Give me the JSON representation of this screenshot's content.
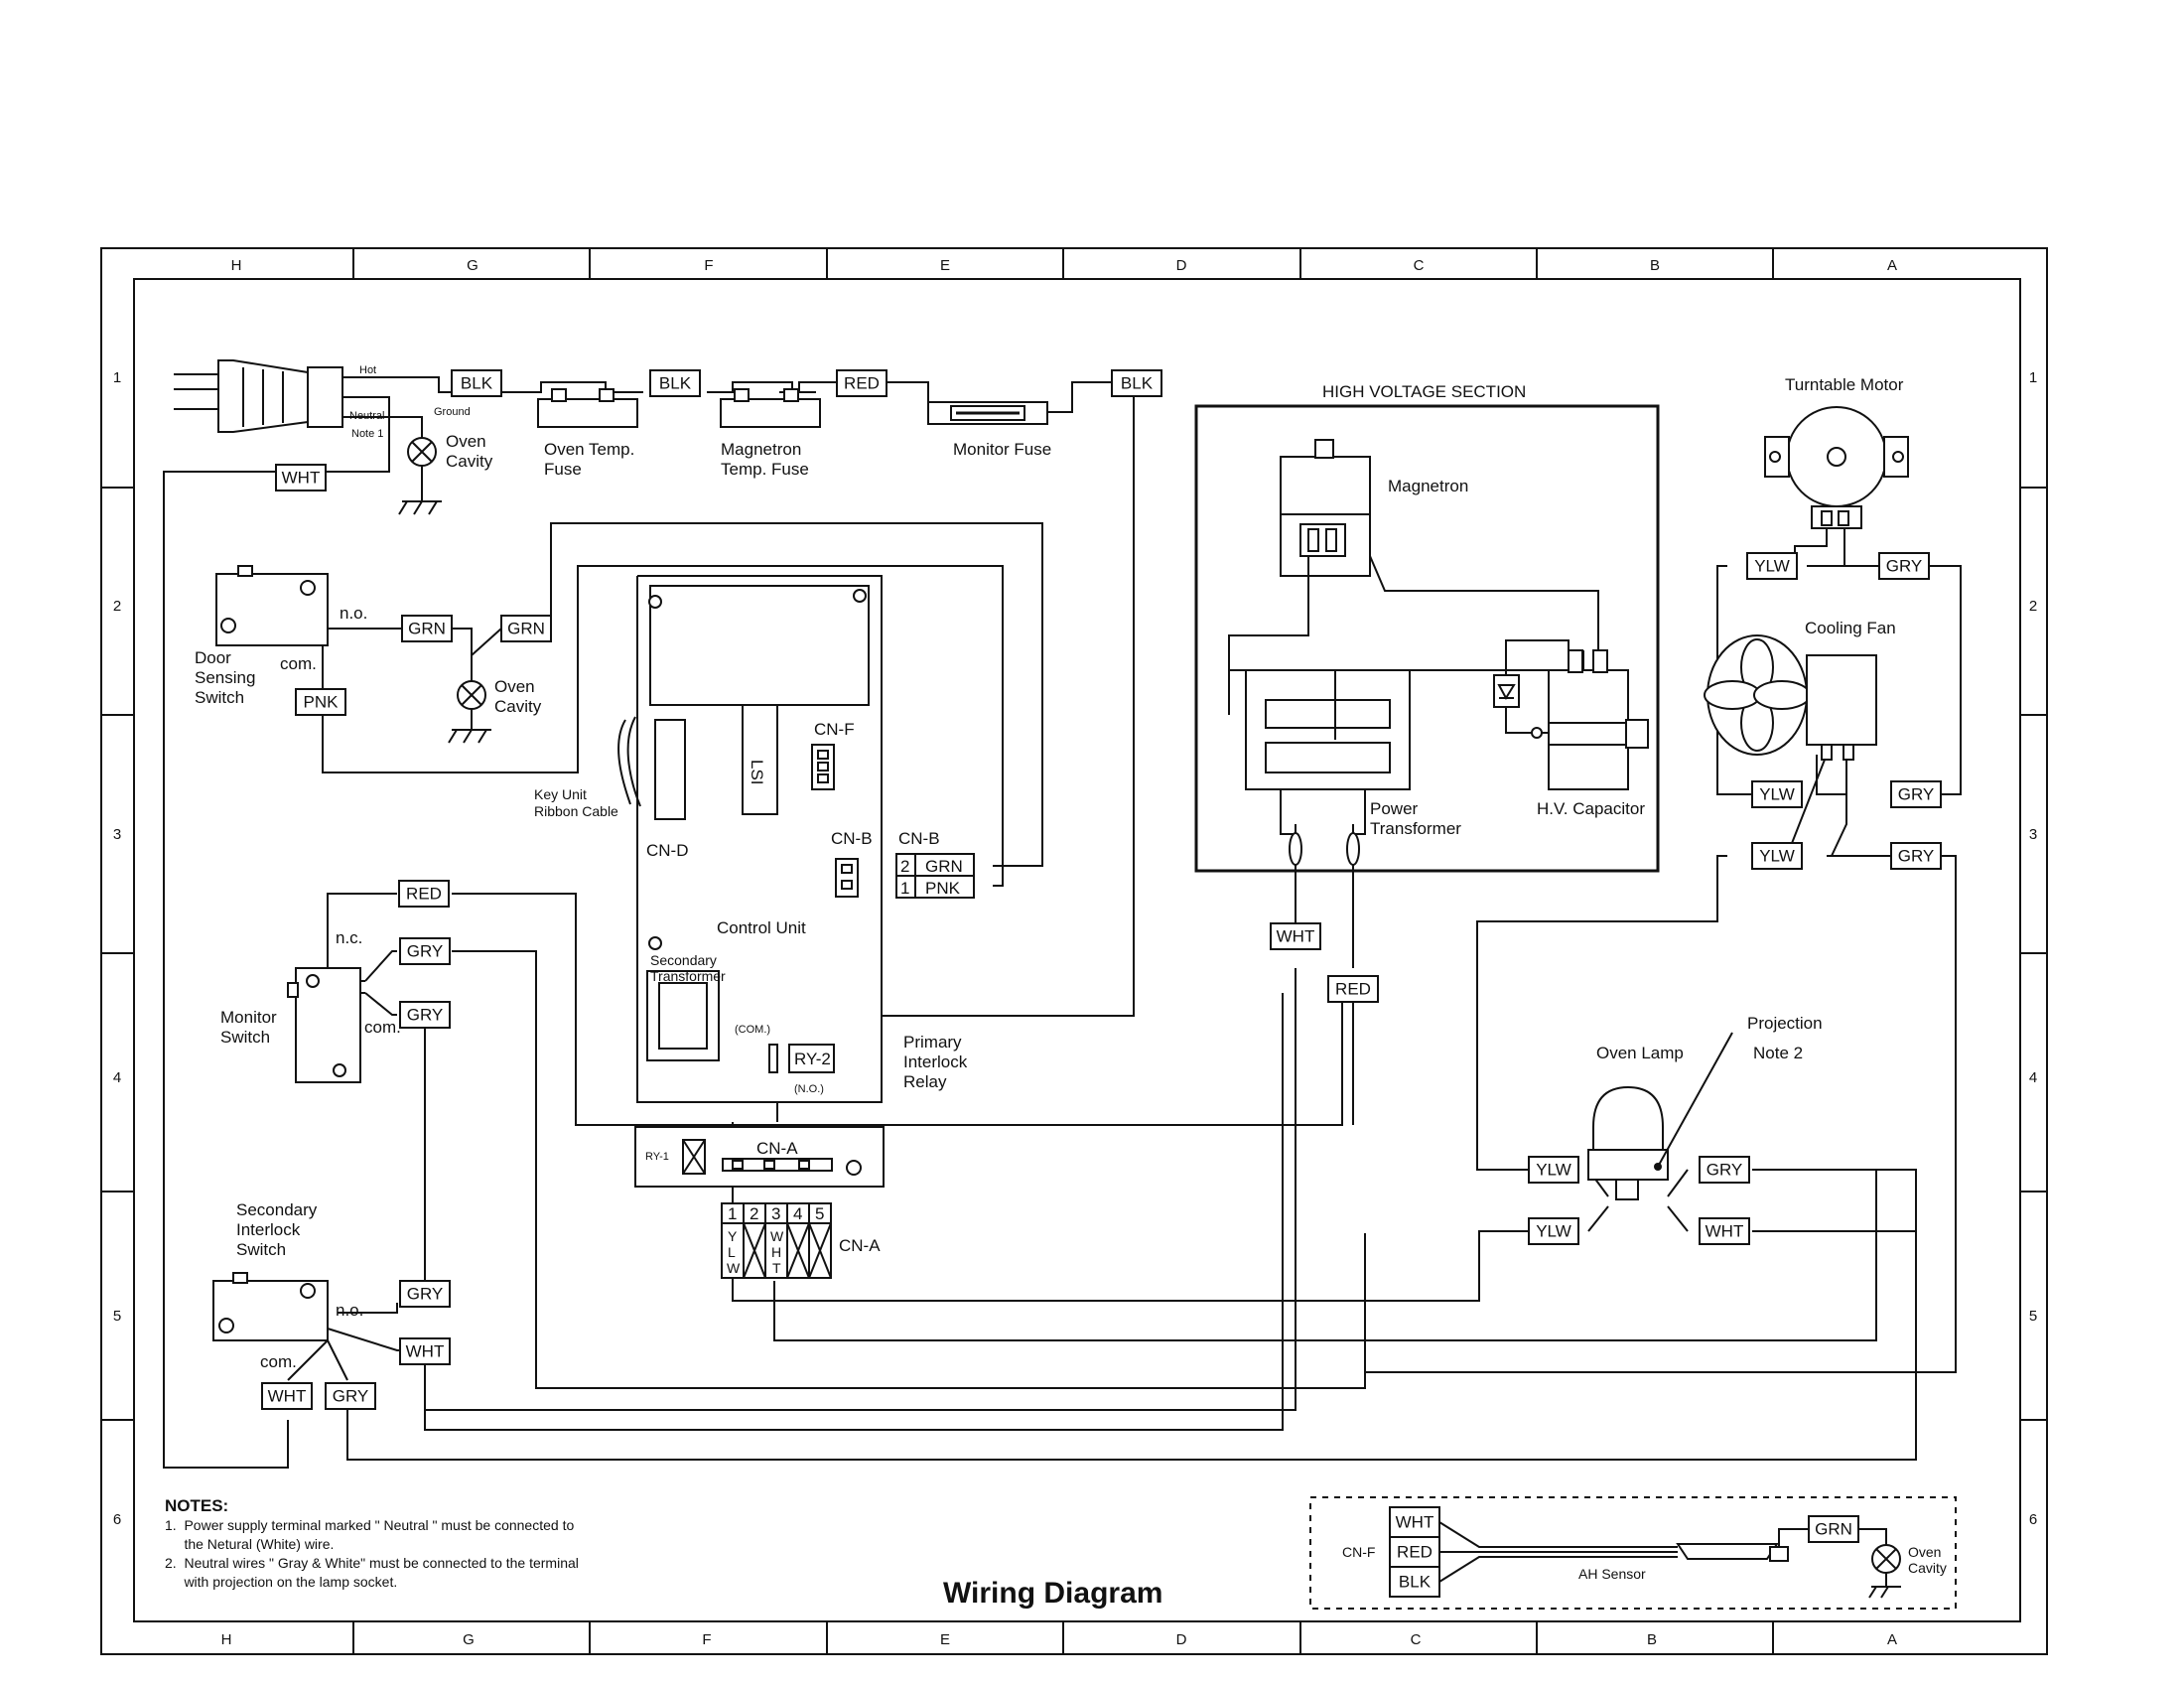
{
  "frame": {
    "top_zones": [
      "H",
      "G",
      "F",
      "E",
      "D",
      "C",
      "B",
      "A"
    ],
    "bottom_zones": [
      "H",
      "G",
      "F",
      "E",
      "D",
      "C",
      "B",
      "A"
    ],
    "row_zones": [
      "1",
      "2",
      "3",
      "4",
      "5",
      "6"
    ]
  },
  "supply": {
    "hot": "Hot",
    "neutral": "Neutral",
    "note1": "Note 1",
    "ground": "Ground",
    "oven_cavity": [
      "Oven",
      "Cavity"
    ]
  },
  "wires": {
    "blk1": "BLK",
    "blk2": "BLK",
    "red_top": "RED",
    "blk3": "BLK",
    "wht_supply": "WHT",
    "grn_door": "GRN",
    "grn_cavity": "GRN",
    "pnk_door": "PNK",
    "red_monitor": "RED",
    "gry_monitor1": "GRY",
    "gry_monitor2": "GRY",
    "gry_sec": "GRY",
    "wht_sec": "WHT",
    "wht_sec_com": "WHT",
    "gry_sec_com": "GRY",
    "wht_hv": "WHT",
    "red_hv": "RED",
    "ylw_tt": "YLW",
    "gry_tt": "GRY",
    "ylw_fan1": "YLW",
    "gry_fan1": "GRY",
    "ylw_fan2": "YLW",
    "gry_fan2": "GRY",
    "ylw_lamp1": "YLW",
    "gry_lamp": "GRY",
    "ylw_lamp2": "YLW",
    "wht_lamp": "WHT"
  },
  "components": {
    "oven_temp_fuse": [
      "Oven Temp.",
      "Fuse"
    ],
    "magnetron_temp_fuse": [
      "Magnetron",
      "Temp. Fuse"
    ],
    "monitor_fuse": "Monitor Fuse",
    "door_switch": [
      "Door",
      "Sensing",
      "Switch"
    ],
    "no_door": "n.o.",
    "com_door": "com.",
    "oven_cavity2": [
      "Oven",
      "Cavity"
    ],
    "key_unit": [
      "Key Unit",
      "Ribbon Cable"
    ],
    "cn_d": "CN-D",
    "lsi": "LSI",
    "cn_f": "CN-F",
    "cn_b_small": "CN-B",
    "cn_b": "CN-B",
    "cn_b_pins": [
      [
        "2",
        "GRN"
      ],
      [
        "1",
        "PNK"
      ]
    ],
    "control_unit": "Control Unit",
    "secondary_transformer": [
      "Secondary",
      "Transformer"
    ],
    "com_relay": "(COM.)",
    "ry2": "RY-2",
    "no_relay": "(N.O.)",
    "primary_interlock": [
      "Primary",
      "Interlock",
      "Relay"
    ],
    "ry1": "RY-1",
    "cn_a_board": "CN-A",
    "cn_a_pins": [
      "1",
      "2",
      "3",
      "4",
      "5"
    ],
    "cn_a_ylw": [
      "Y",
      "L",
      "W"
    ],
    "cn_a_wht": [
      "W",
      "H",
      "T"
    ],
    "cn_a": "CN-A",
    "monitor_switch": [
      "Monitor",
      "Switch"
    ],
    "nc_monitor": "n.c.",
    "com_monitor": "com.",
    "secondary_interlock": [
      "Secondary",
      "Interlock",
      "Switch"
    ],
    "no_sec": "n.o.",
    "com_sec": "com.",
    "hv_section": "HIGH VOLTAGE SECTION",
    "magnetron": "Magnetron",
    "power_transformer": [
      "Power",
      "Transformer"
    ],
    "hv_capacitor": "H.V. Capacitor",
    "turntable_motor": "Turntable Motor",
    "cooling_fan": "Cooling Fan",
    "projection": "Projection",
    "note2": "Note 2",
    "oven_lamp": "Oven Lamp"
  },
  "ah_sensor": {
    "cn_f": "CN-F",
    "pins": [
      "WHT",
      "RED",
      "BLK"
    ],
    "label": "AH Sensor",
    "grn": "GRN",
    "oven_cavity": [
      "Oven",
      "Cavity"
    ]
  },
  "notes": {
    "heading": "NOTES:",
    "lines": [
      "1.  Power supply terminal marked \" Neutral \" must be connected to",
      "     the Netural (White) wire.",
      "2.  Neutral wires \" Gray & White\" must be connected to the terminal",
      "     with projection on the lamp socket."
    ]
  },
  "title": "Wiring Diagram"
}
